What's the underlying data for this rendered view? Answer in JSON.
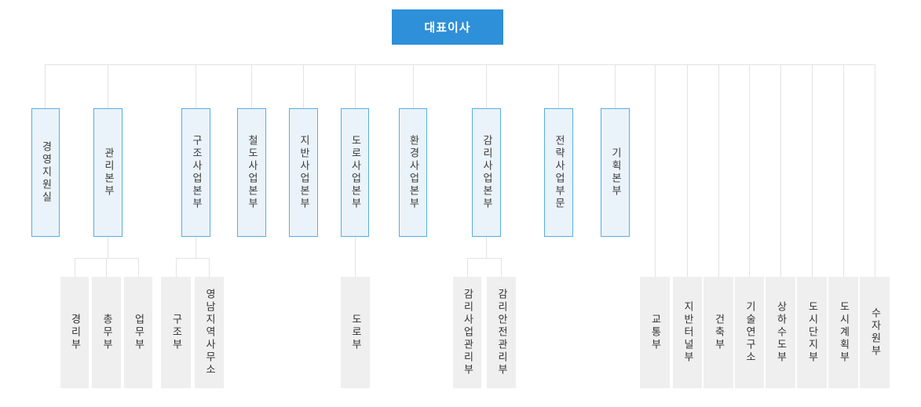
{
  "org_chart": {
    "root": {
      "label": "대표이사"
    },
    "divisions": [
      {
        "label": "경영지원실",
        "children": []
      },
      {
        "label": "관리본부",
        "children": [
          "경리부",
          "총무부",
          "업무부"
        ]
      },
      {
        "label": "구조사업본부",
        "children": [
          "구조부",
          "영남지역사무소"
        ]
      },
      {
        "label": "철도사업본부",
        "children": []
      },
      {
        "label": "지반사업본부",
        "children": []
      },
      {
        "label": "도로사업본부",
        "children": [
          "도로부"
        ]
      },
      {
        "label": "환경사업본부",
        "children": []
      },
      {
        "label": "감리사업본부",
        "children": [
          "감리사업관리부",
          "감리안전관리부"
        ]
      },
      {
        "label": "전략사업부문",
        "children": []
      },
      {
        "label": "기획본부",
        "children": []
      }
    ],
    "direct_departments": [
      "교통부",
      "지반터널부",
      "건축부",
      "기술연구소",
      "상하수도부",
      "도시단지부",
      "도시계획부",
      "수자원부"
    ],
    "colors": {
      "root_fill": "#2e90d8",
      "root_text": "#ffffff",
      "division_fill": "#eaf3fa",
      "division_border": "#58ade2",
      "department_fill": "#efefef",
      "connector_line": "#e3e3e3",
      "label_text": "#3a3a3a"
    }
  }
}
